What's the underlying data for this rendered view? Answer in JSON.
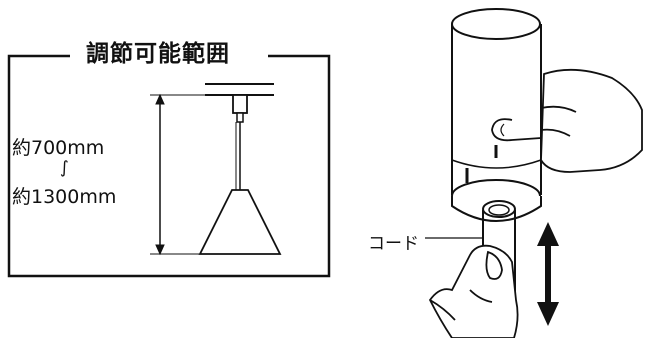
{
  "diagram": {
    "title": "調節可能範囲",
    "range_min": "約700mm",
    "range_tilde": "∫",
    "range_max": "約1300mm",
    "cord_label": "コード"
  },
  "colors": {
    "line": "#111111",
    "background": "#ffffff"
  },
  "icons": [
    "double-arrow-icon",
    "pendant-lamp-icon",
    "hand-icon"
  ]
}
